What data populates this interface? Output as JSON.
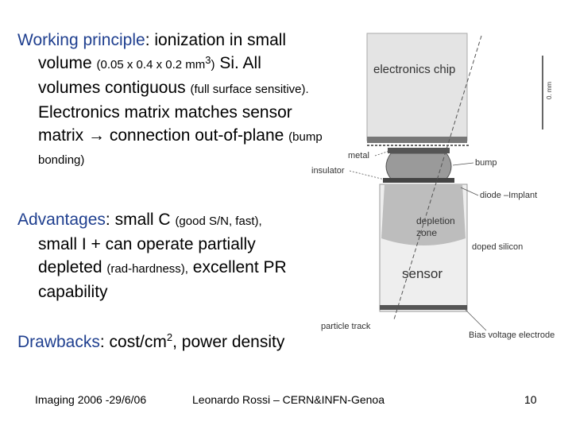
{
  "slide": {
    "working_label": "Working principle",
    "working_text_1": ": ionization in small",
    "working_text_2": "volume ",
    "working_dims": "(0.05 x 0.4 x 0.2 mm",
    "working_dims_sup": "3",
    "working_dims_end": ")",
    "working_text_3": " Si. All",
    "working_text_4": "volumes contiguous ",
    "working_surface": "(full surface sensitive).",
    "working_text_5": "Electronics matrix matches sensor",
    "working_text_6": "matrix ",
    "working_arrow": "→",
    "working_text_7": " connection out-of-plane ",
    "working_bump": "(bump",
    "working_bonding": "bonding)",
    "adv_label": "Advantages",
    "adv_text_1": ": small C ",
    "adv_sn": "(good S/N, fast),",
    "adv_text_2": "small I + can operate partially",
    "adv_text_3": "depleted ",
    "adv_rad": "(rad-hardness),",
    "adv_text_4": " excellent PR",
    "adv_text_5": "capability",
    "draw_label": "Drawbacks",
    "draw_text_1": ": cost/cm",
    "draw_sup": "2",
    "draw_text_2": ", power density"
  },
  "diagram": {
    "chip_label": "electronics chip",
    "scale_label": "0. mm",
    "metal_label": "metal",
    "insulator_label": "insulator",
    "bump_label": "bump",
    "diode_label": "diode –Implant",
    "depletion_label_1": "depletion",
    "depletion_label_2": "zone",
    "doped_label": "doped silicon",
    "sensor_label": "sensor",
    "particle_label": "particle track",
    "bias_label": "Bias voltage electrode"
  },
  "footer": {
    "left": "Imaging 2006 -29/6/06",
    "center": "Leonardo Rossi – CERN&INFN-Genoa",
    "page": "10"
  }
}
